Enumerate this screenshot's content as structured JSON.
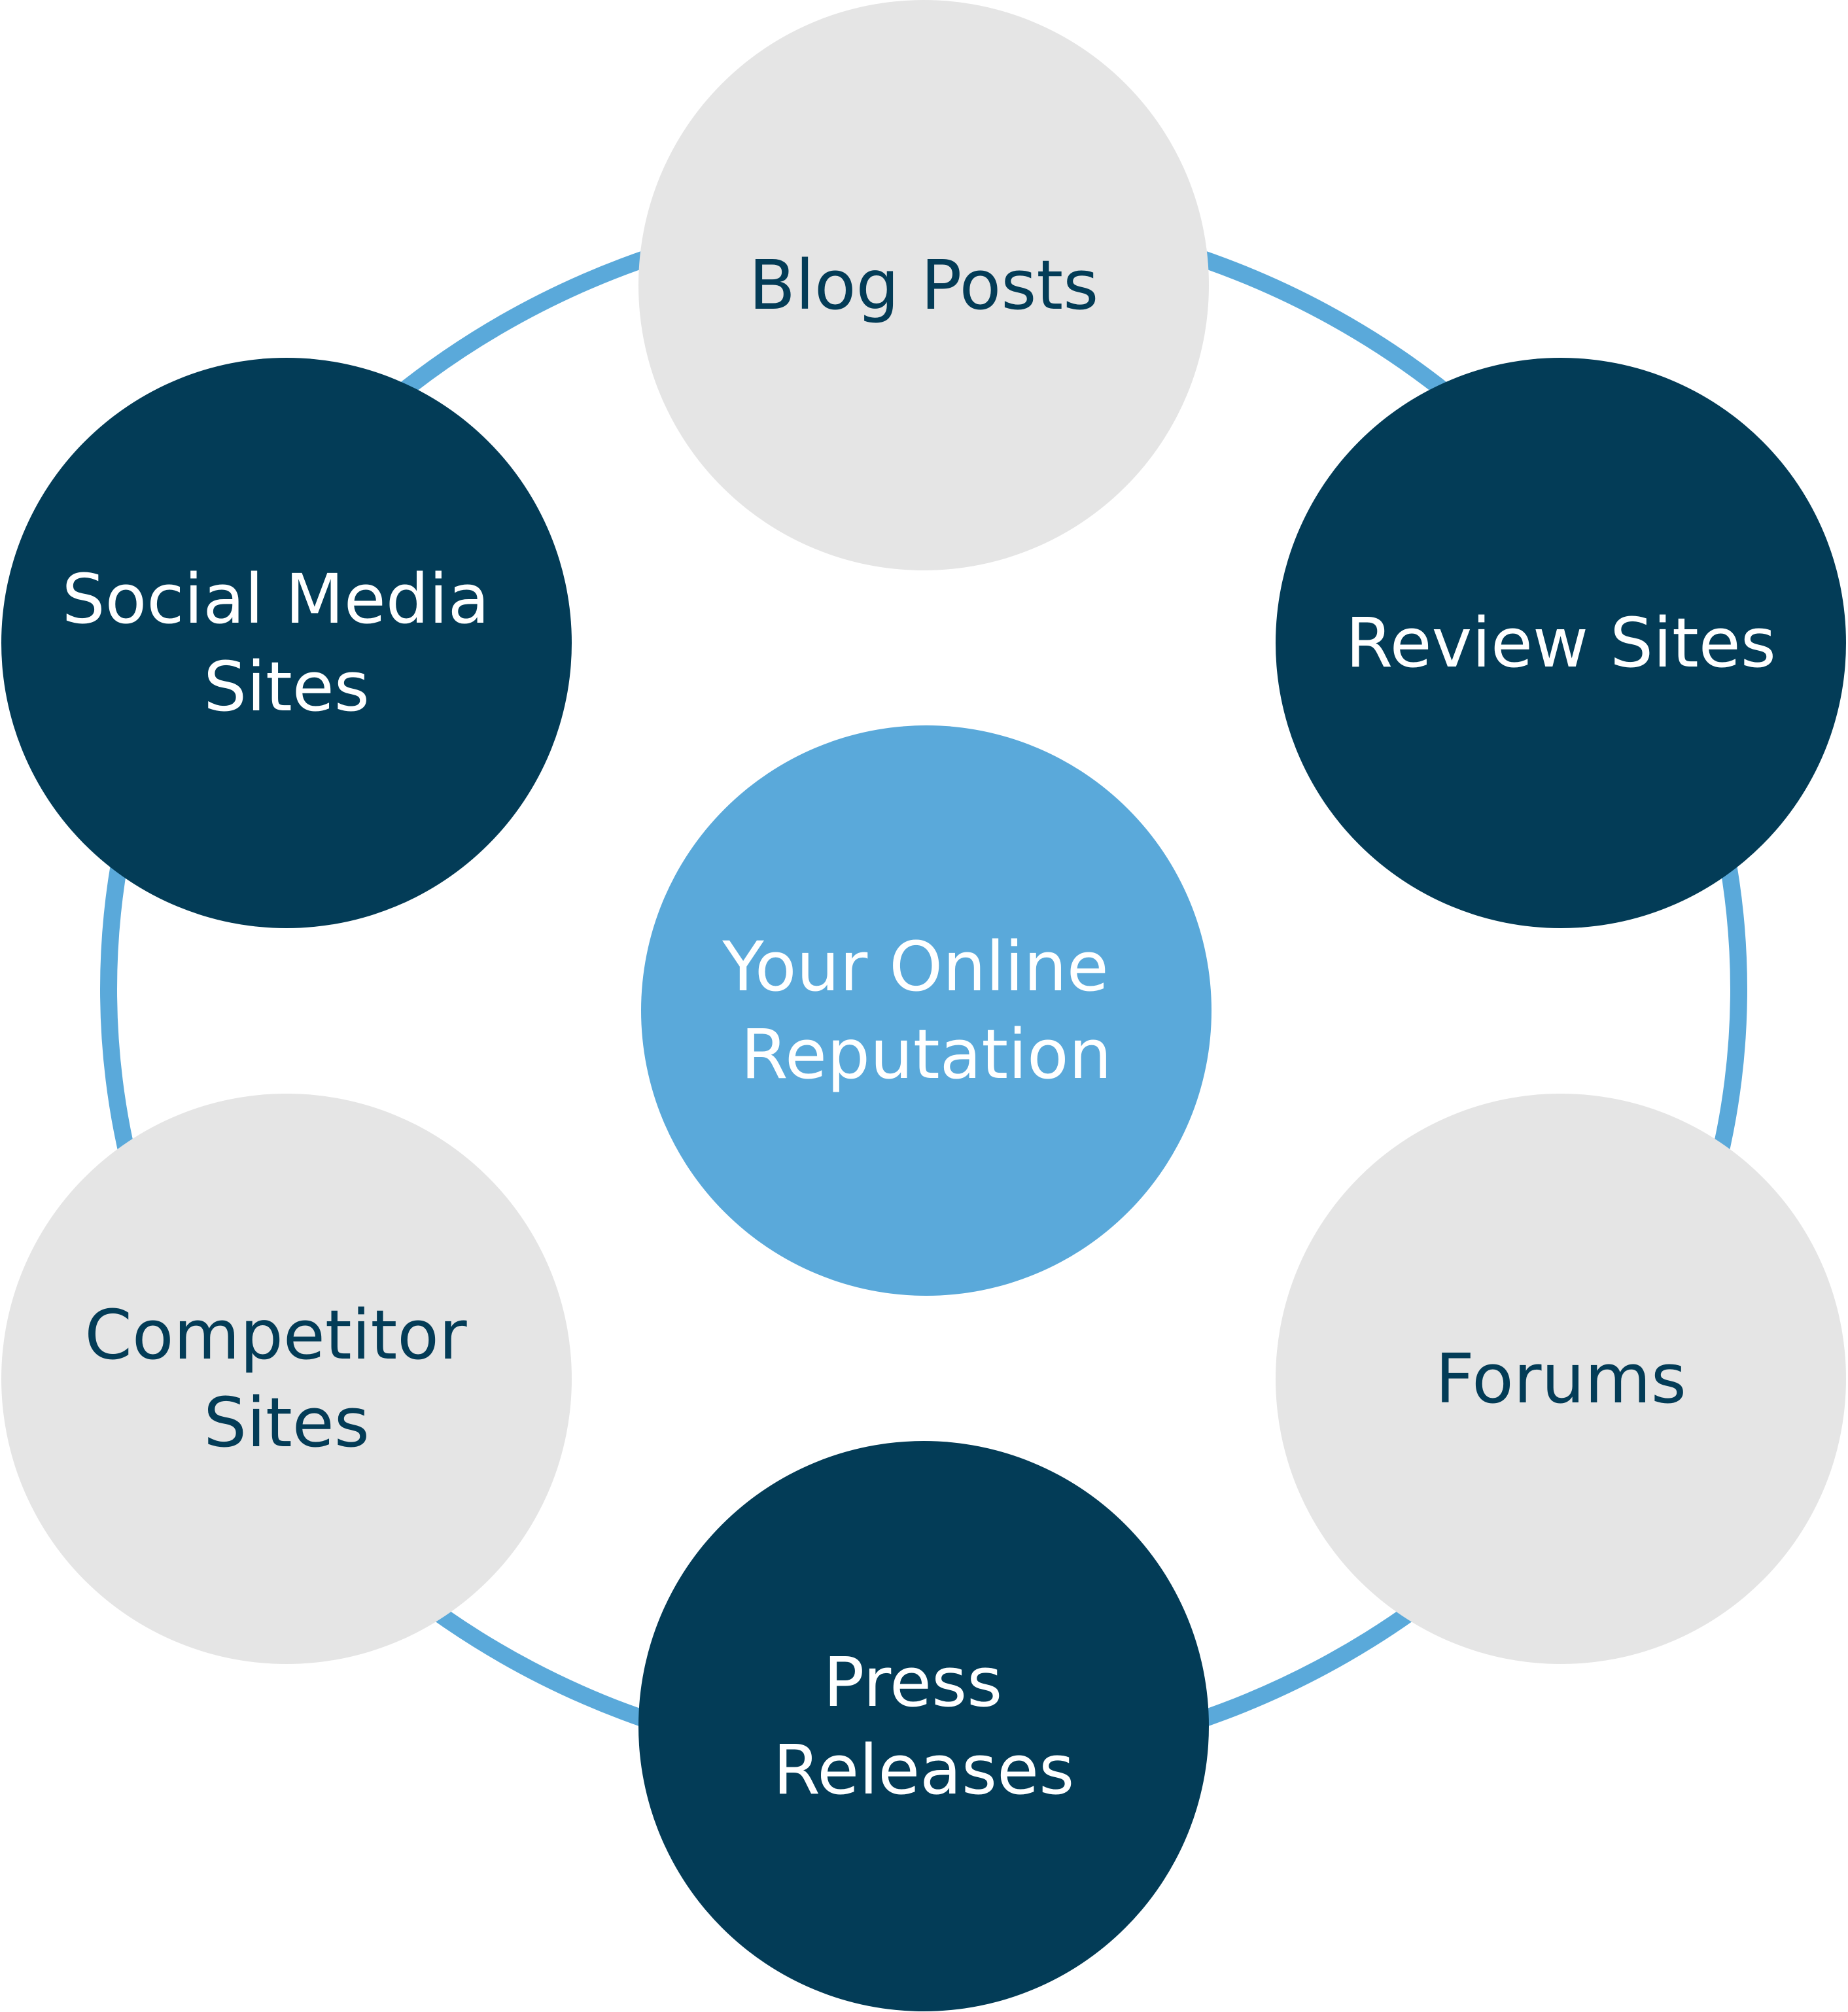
{
  "colors": {
    "ring": "#5aa9da",
    "dark": "#033c57",
    "light": "#e5e5e5",
    "center": "#5aa9da",
    "text_on_dark": "#ffffff",
    "text_on_light": "#033c57",
    "text_on_center": "#ffffff"
  },
  "center": {
    "lines": [
      "Your Online",
      "Reputation"
    ]
  },
  "nodes": [
    {
      "id": "blog-posts",
      "lines": [
        "Blog Posts"
      ],
      "style": "light"
    },
    {
      "id": "review-sites",
      "lines": [
        "Review Sites"
      ],
      "style": "dark"
    },
    {
      "id": "forums",
      "lines": [
        "Forums"
      ],
      "style": "light"
    },
    {
      "id": "press-releases",
      "lines": [
        "Press",
        "Releases"
      ],
      "style": "dark"
    },
    {
      "id": "competitor-sites",
      "lines": [
        "Competitor",
        "Sites"
      ],
      "style": "light"
    },
    {
      "id": "social-media-sites",
      "lines": [
        "Social Media",
        "Sites"
      ],
      "style": "dark"
    }
  ]
}
